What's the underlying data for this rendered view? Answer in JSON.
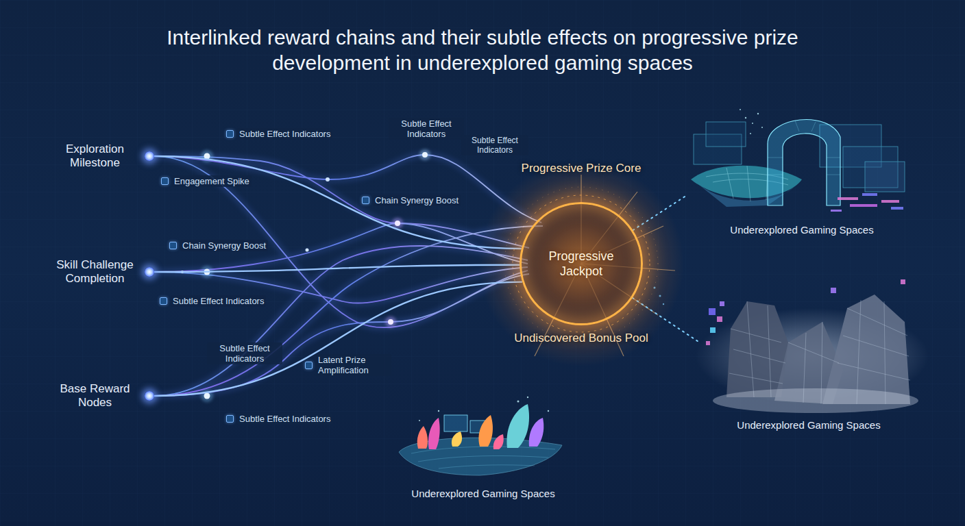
{
  "diagram": {
    "title": "Interlinked reward chains and their subtle effects on progressive prize development in underexplored gaming spaces",
    "nodes": [
      {
        "text": [
          "Exploration Milestone"
        ]
      },
      {
        "text": [
          "Skill Challenge Completion"
        ]
      },
      {
        "text": [
          "Base Reward Nodes"
        ]
      },
      {
        "text": [
          "Progressive Prize Core",
          "Progressive Jackpot",
          "Undiscovered Bonus Pool"
        ]
      },
      {
        "text": [
          "Underexplored Gaming Spaces"
        ]
      },
      {
        "text": [
          "Underexplored Gaming Spaces"
        ]
      },
      {
        "text": [
          "Underexplored Gaming Spaces"
        ]
      }
    ],
    "edges": [
      {
        "from": 0,
        "to": 3,
        "arrow": "none"
      },
      {
        "from": 1,
        "to": 3,
        "arrow": "none"
      },
      {
        "from": 2,
        "to": 3,
        "arrow": "none"
      },
      {
        "from": 3,
        "to": 4,
        "arrow": "none"
      },
      {
        "from": 3,
        "to": 5,
        "arrow": "none"
      }
    ],
    "labels": [
      "Subtle Effect Indicators",
      "Subtle Effect Indicators",
      "Subtle Effect Indicators",
      "Engagement Spike",
      "Chain Synergy Boost",
      "Chain Synergy Boost",
      "Subtle Effect Indicators",
      "Subtle Effect Indicators",
      "Latent Prize Amplification",
      "Subtle Effect Indicators"
    ]
  }
}
